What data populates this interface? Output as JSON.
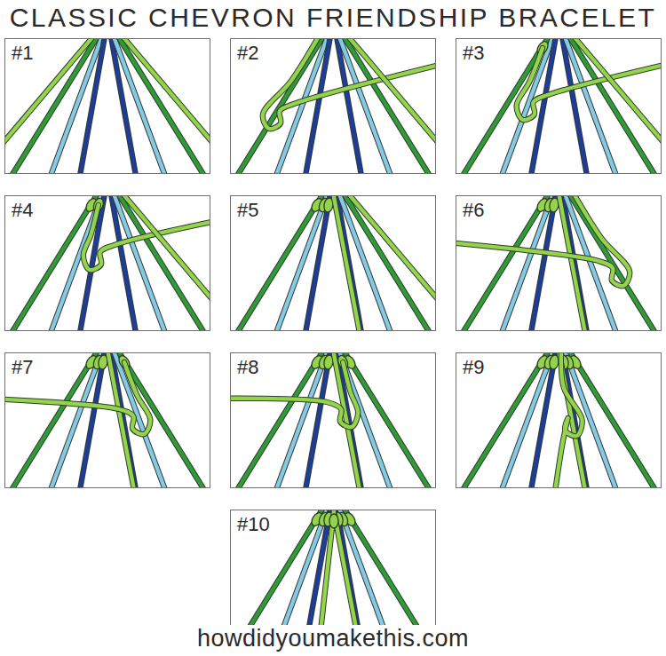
{
  "diagram": {
    "title": "CLASSIC CHEVRON FRIENDSHIP BRACELET",
    "nodes": [
      {
        "text": [
          "#1"
        ]
      },
      {
        "text": [
          "#2"
        ]
      },
      {
        "text": [
          "#3"
        ]
      },
      {
        "text": [
          "#4"
        ]
      },
      {
        "text": [
          "#5"
        ]
      },
      {
        "text": [
          "#6"
        ]
      },
      {
        "text": [
          "#7"
        ]
      },
      {
        "text": [
          "#8"
        ]
      },
      {
        "text": [
          "#9"
        ]
      },
      {
        "text": [
          "#10"
        ]
      }
    ],
    "labels": [
      "howdidyoumakethis.com"
    ]
  }
}
